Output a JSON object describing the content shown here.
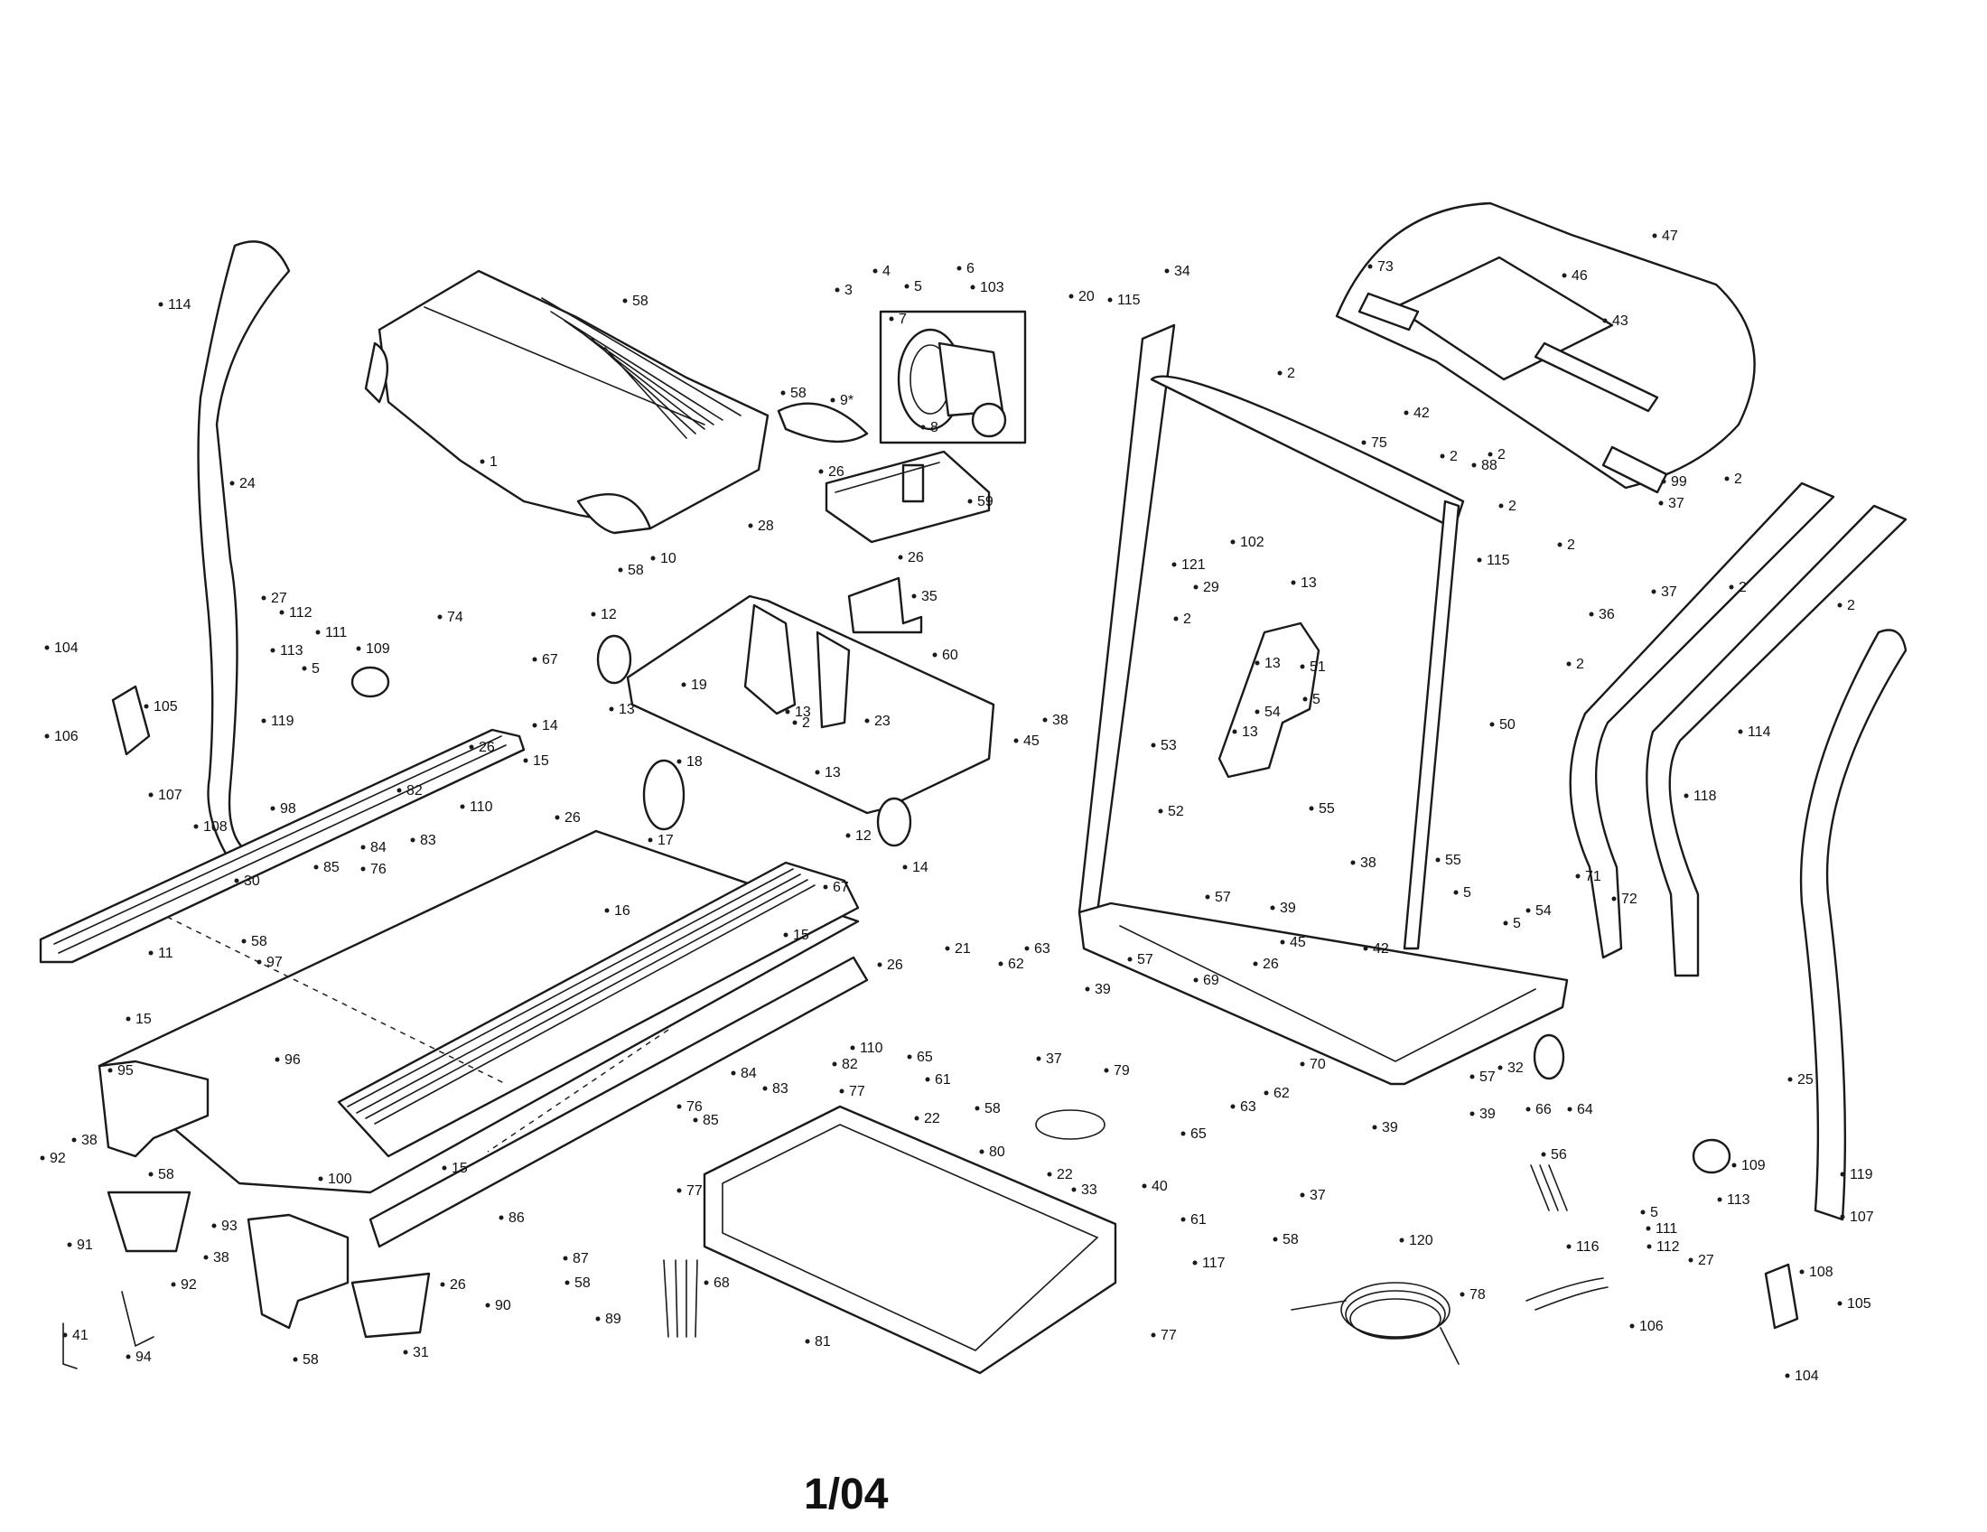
{
  "footer": {
    "page": "1/04"
  },
  "callouts": [
    "1",
    "2",
    "3",
    "4",
    "5",
    "6",
    "7",
    "8",
    "9*",
    "10",
    "11",
    "12",
    "13",
    "14",
    "15",
    "16",
    "17",
    "18",
    "19",
    "20",
    "21",
    "22",
    "23",
    "24",
    "25",
    "26",
    "27",
    "28",
    "29",
    "30",
    "31",
    "32",
    "33",
    "34",
    "35",
    "36",
    "37",
    "38",
    "39",
    "40",
    "41",
    "42",
    "43",
    "45",
    "46",
    "47",
    "50",
    "51",
    "52",
    "53",
    "54",
    "55",
    "56",
    "57",
    "58",
    "59",
    "60",
    "61",
    "62",
    "63",
    "64",
    "65",
    "66",
    "67",
    "68",
    "69",
    "70",
    "71",
    "72",
    "73",
    "74",
    "75",
    "76",
    "77",
    "78",
    "79",
    "80",
    "81",
    "82",
    "83",
    "84",
    "85",
    "86",
    "87",
    "88",
    "89",
    "90",
    "91",
    "92",
    "93",
    "94",
    "95",
    "96",
    "97",
    "98",
    "99",
    "100",
    "102",
    "103",
    "104",
    "105",
    "106",
    "107",
    "108",
    "109",
    "110",
    "111",
    "112",
    "113",
    "114",
    "115",
    "116",
    "117",
    "118",
    "119",
    "120",
    "121"
  ]
}
